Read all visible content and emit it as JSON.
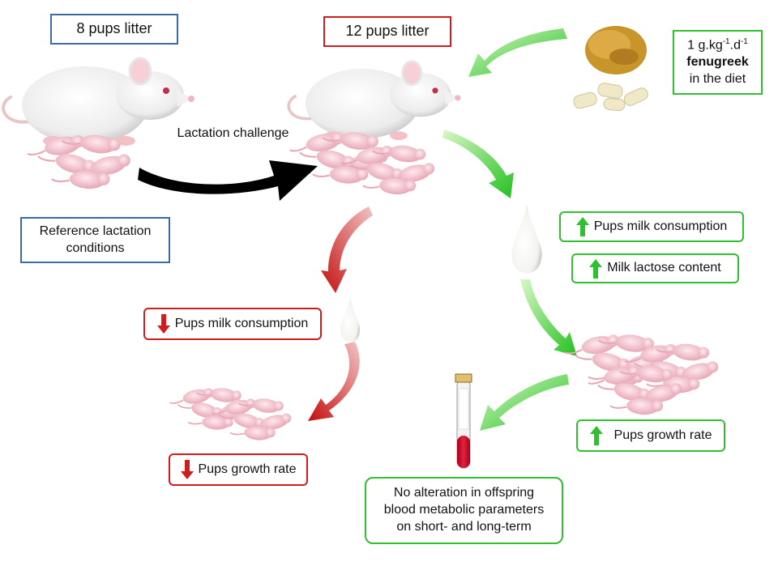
{
  "labels": {
    "litter8": "8 pups litter",
    "litter12": "12 pups litter",
    "reference_line1": "Reference  lactation",
    "reference_line2": "conditions",
    "lactation_challenge": "Lactation challenge",
    "fenugreek_dose_prefix": "1 g.kg",
    "fenugreek_sup1": "-1",
    "fenugreek_dot_d": ".d",
    "fenugreek_sup2": "-1",
    "fenugreek_name": "fenugreek",
    "fenugreek_suffix": "in the diet",
    "red_milk": "Pups milk consumption",
    "red_growth": "Pups growth rate",
    "green_milk": "Pups milk consumption",
    "green_lactose": "Milk lactose content",
    "green_growth": "Pups growth rate",
    "no_alteration_1": "No alteration in offspring",
    "no_alteration_2": "blood metabolic parameters",
    "no_alteration_3": "on short- and long-term"
  },
  "colors": {
    "decrease": "#d01c1c",
    "increase": "#2fbf2f",
    "reference": "#3b6aa8",
    "challenge_arrow": "#000000"
  },
  "icons": {
    "decrease": "arrow-down-icon",
    "increase": "arrow-up-icon"
  }
}
